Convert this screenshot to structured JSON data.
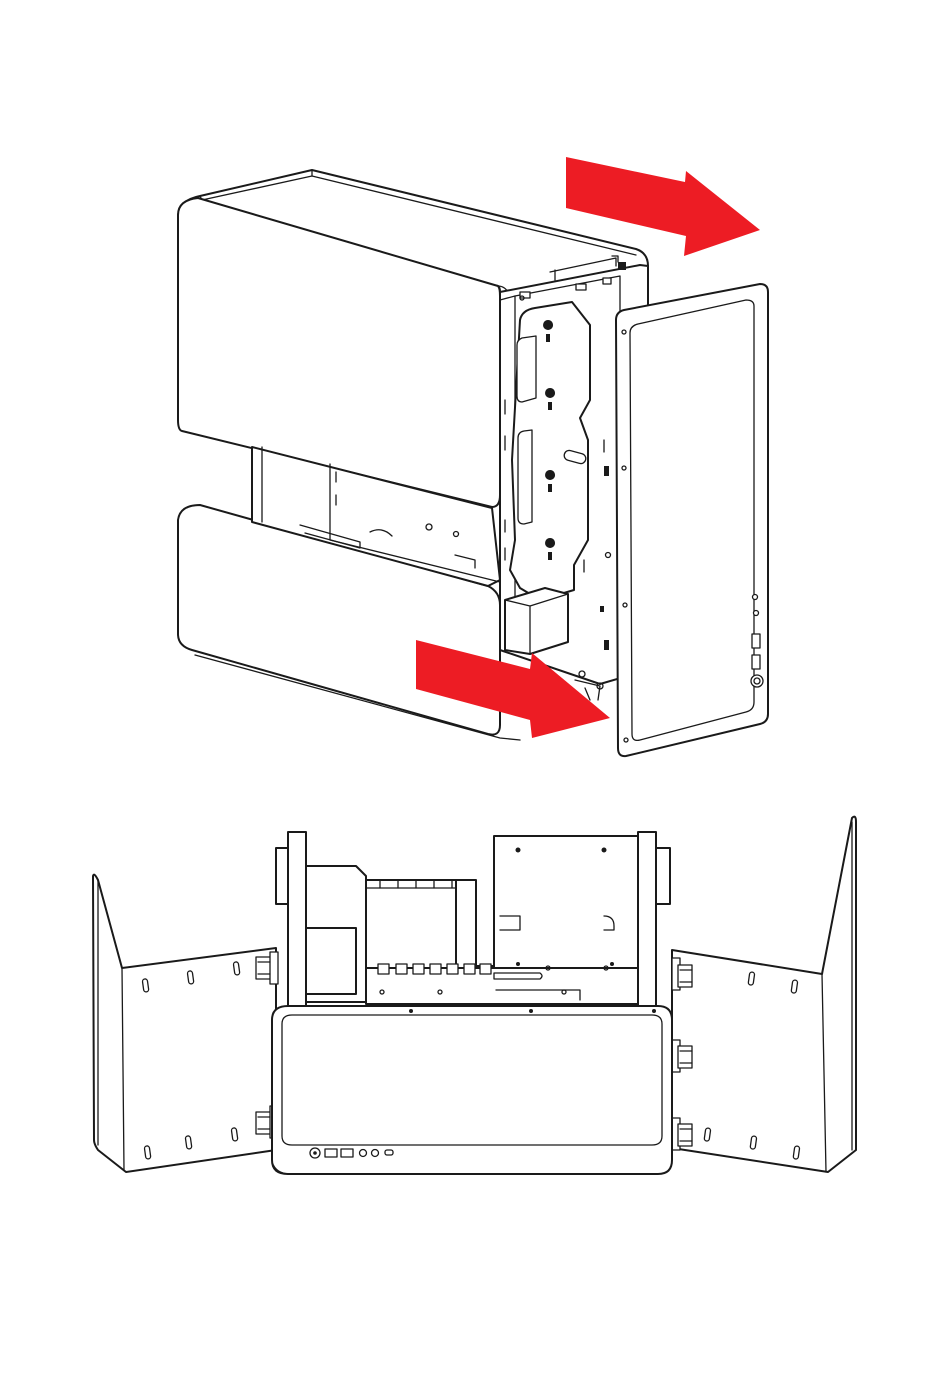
{
  "document": {
    "figures": [
      {
        "id": "fig-top",
        "subject": "pc-case-front-panel-removal"
      },
      {
        "id": "fig-bottom",
        "subject": "pc-case-side-panels-opened"
      }
    ]
  },
  "colors": {
    "background": "#ffffff",
    "line": "#1a1a1a",
    "arrow": "#ed1c24"
  },
  "icons": [
    "red-direction-arrow-icon",
    "power-button-icon",
    "usb-port-icon",
    "audio-jack-icon",
    "hinge-icon"
  ]
}
